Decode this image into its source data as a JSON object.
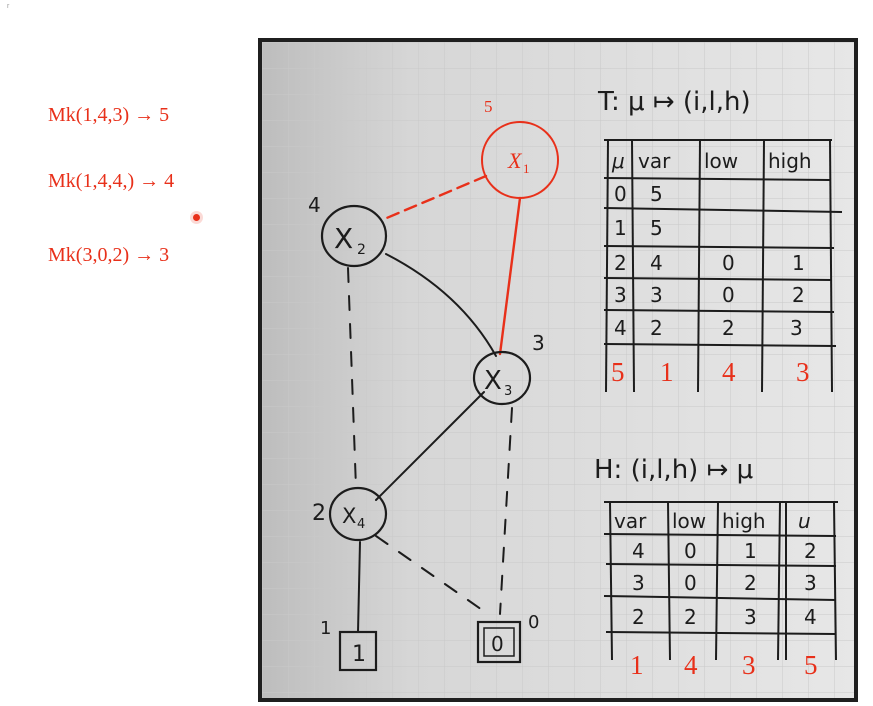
{
  "annotations": {
    "mk_calls": [
      "Mk(1,4,3) → 5",
      "Mk(1,4,4,) → 4",
      "Mk(3,0,2) → 3"
    ],
    "corner_mark": "r"
  },
  "graph": {
    "nodes": [
      {
        "id": "x1",
        "label": "X",
        "sub": "1",
        "index": "5",
        "highlight": true
      },
      {
        "id": "x2",
        "label": "X",
        "sub": "2",
        "index": "4",
        "highlight": false
      },
      {
        "id": "x3",
        "label": "X",
        "sub": "3",
        "index": "3",
        "highlight": false
      },
      {
        "id": "x4",
        "label": "X",
        "sub": "4",
        "index": "2",
        "highlight": false
      },
      {
        "id": "t1",
        "label": "1",
        "index": "1",
        "terminal": true
      },
      {
        "id": "t0",
        "label": "0",
        "index": "0",
        "terminal": true
      }
    ],
    "edges": [
      {
        "from": "x1",
        "to": "x2",
        "style": "dashed",
        "highlight": true
      },
      {
        "from": "x1",
        "to": "x3",
        "style": "solid",
        "highlight": true
      },
      {
        "from": "x2",
        "to": "x3",
        "style": "solid"
      },
      {
        "from": "x2",
        "to": "x4",
        "style": "dashed"
      },
      {
        "from": "x3",
        "to": "x4",
        "style": "solid"
      },
      {
        "from": "x3",
        "to": "t0",
        "style": "dashed"
      },
      {
        "from": "x4",
        "to": "t1",
        "style": "solid"
      },
      {
        "from": "x4",
        "to": "t0",
        "style": "dashed"
      }
    ]
  },
  "table_T": {
    "title": "T: μ ↦ (i,l,h)",
    "headers": [
      "μ",
      "var",
      "low",
      "high"
    ],
    "rows": [
      [
        "0",
        "5",
        "",
        ""
      ],
      [
        "1",
        "5",
        "",
        ""
      ],
      [
        "2",
        "4",
        "0",
        "1"
      ],
      [
        "3",
        "3",
        "0",
        "2"
      ],
      [
        "4",
        "2",
        "2",
        "3"
      ]
    ],
    "new_row": [
      "5",
      "1",
      "4",
      "3"
    ]
  },
  "table_H": {
    "title": "H: (i,l,h) ↦ μ",
    "headers": [
      "var",
      "low",
      "high",
      "u"
    ],
    "rows": [
      [
        "4",
        "0",
        "1",
        "2"
      ],
      [
        "3",
        "0",
        "2",
        "3"
      ],
      [
        "2",
        "2",
        "3",
        "4"
      ]
    ],
    "new_row": [
      "1",
      "4",
      "3",
      "5"
    ]
  },
  "colors": {
    "accent": "#e8301a",
    "ink": "#1c1c1c",
    "paper": "#e4e4e4",
    "grid": "#c9c9c9",
    "frame": "#2a2a2a"
  }
}
